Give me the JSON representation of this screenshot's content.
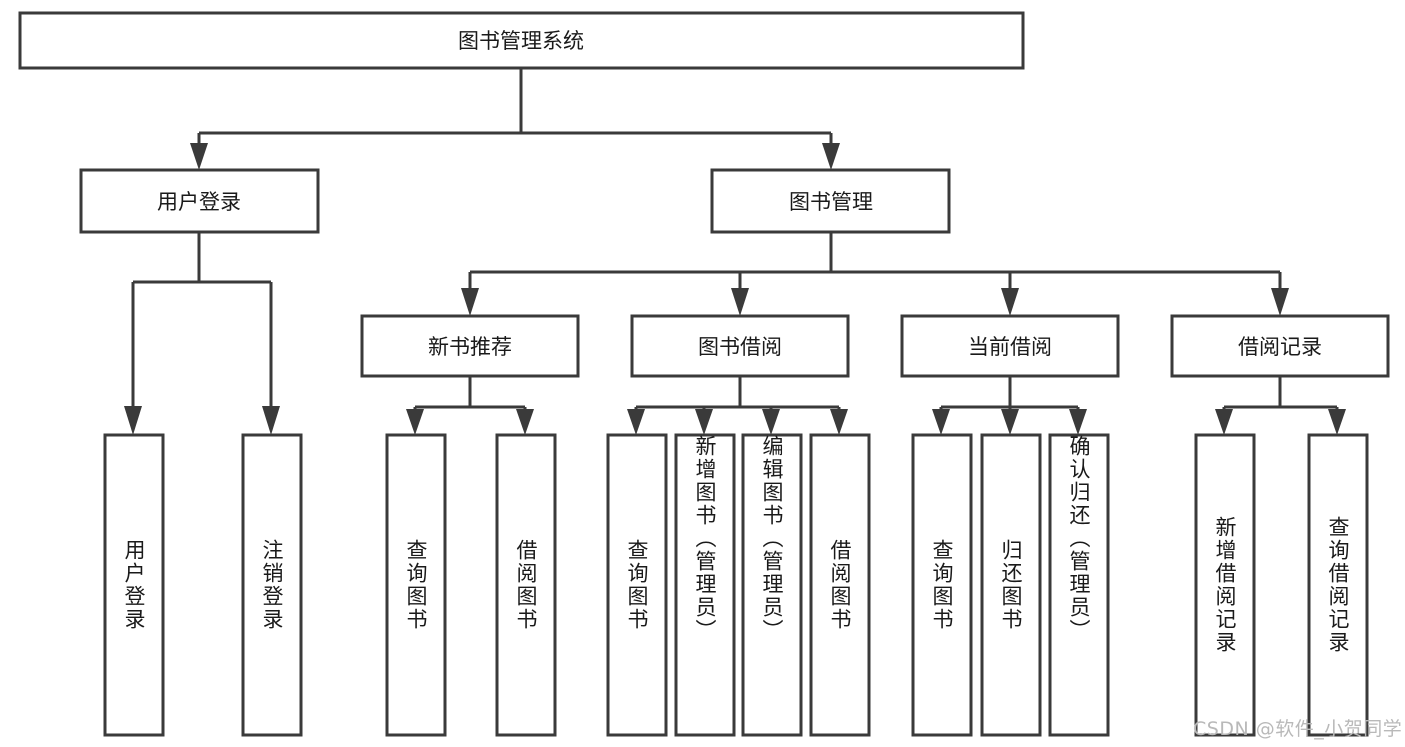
{
  "diagram": {
    "type": "tree",
    "title": "图书管理系统",
    "orientation": "top-down",
    "colors": {
      "box_fill": "#ffffff",
      "box_stroke": "#3a3a3a",
      "text": "#1a1a1a",
      "watermark": "#b9b9b9",
      "background": "#ffffff"
    },
    "root": {
      "label": "图书管理系统"
    },
    "level2": [
      {
        "label": "用户登录"
      },
      {
        "label": "图书管理"
      }
    ],
    "level3": [
      {
        "label": "新书推荐"
      },
      {
        "label": "图书借阅"
      },
      {
        "label": "当前借阅"
      },
      {
        "label": "借阅记录"
      }
    ],
    "leaves": {
      "user_login": [
        {
          "label": "用户登录"
        },
        {
          "label": "注销登录"
        }
      ],
      "new_book_recommend": [
        {
          "label": "查询图书"
        },
        {
          "label": "借阅图书"
        }
      ],
      "book_borrow": [
        {
          "label": "查询图书"
        },
        {
          "label": "新增图书（管理员）"
        },
        {
          "label": "编辑图书（管理员）"
        },
        {
          "label": "借阅图书"
        }
      ],
      "current_borrow": [
        {
          "label": "查询图书"
        },
        {
          "label": "归还图书"
        },
        {
          "label": "确认归还（管理员）"
        }
      ],
      "borrow_record": [
        {
          "label": "新增借阅记录"
        },
        {
          "label": "查询借阅记录"
        }
      ]
    }
  },
  "watermark": {
    "text": "CSDN @软件_小贺同学"
  }
}
